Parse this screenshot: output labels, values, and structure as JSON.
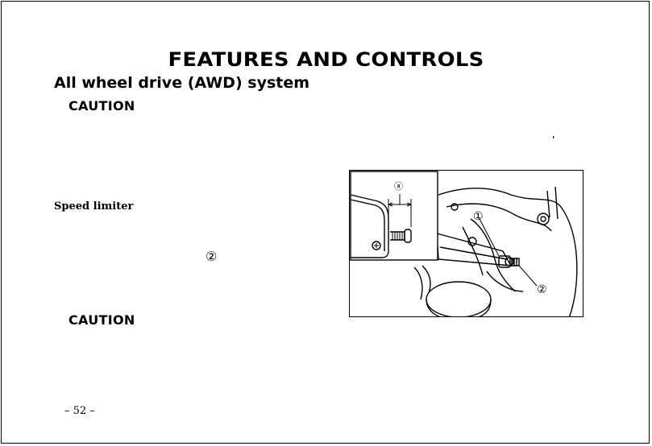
{
  "page": {
    "heading": "FEATURES AND CONTROLS",
    "section_title": "All wheel drive (AWD) system",
    "caution_top": "CAUTION",
    "caution_bottom": "CAUTION",
    "speed_limiter_label": "Speed limiter",
    "inline_ref": "②",
    "stray_mark": "'",
    "page_number": "– 52 –"
  },
  "figure": {
    "callout_a": "ⓐ",
    "callout_1": "①",
    "callout_2": "②",
    "icon": "speed-limiter-screw-illustration"
  }
}
